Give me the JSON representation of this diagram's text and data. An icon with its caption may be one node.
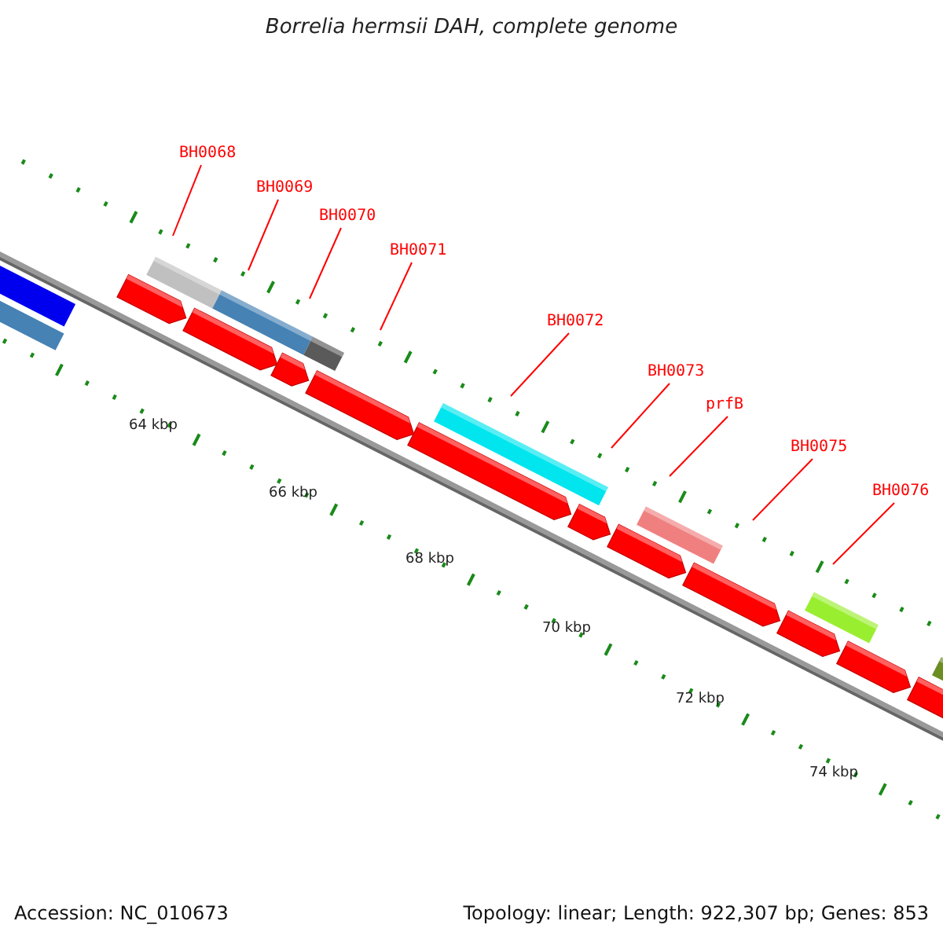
{
  "diagram": {
    "title": "Borrelia hermsii DAH, complete genome",
    "nodes": [
      {
        "text": [
          "BH0068"
        ]
      },
      {
        "text": [
          "BH0069"
        ]
      },
      {
        "text": [
          "BH0070"
        ]
      },
      {
        "text": [
          "BH0071"
        ]
      },
      {
        "text": [
          "BH0072"
        ]
      },
      {
        "text": [
          "BH0073"
        ]
      },
      {
        "text": [
          "prfB"
        ]
      },
      {
        "text": [
          "BH0075"
        ]
      },
      {
        "text": [
          "BH0076"
        ]
      }
    ],
    "edges": [
      {
        "from": 0,
        "to": null,
        "arrow": "none"
      },
      {
        "from": 1,
        "to": null,
        "arrow": "none"
      },
      {
        "from": 2,
        "to": null,
        "arrow": "none"
      },
      {
        "from": 3,
        "to": null,
        "arrow": "none"
      },
      {
        "from": 4,
        "to": null,
        "arrow": "none"
      },
      {
        "from": 5,
        "to": null,
        "arrow": "none"
      },
      {
        "from": 6,
        "to": null,
        "arrow": "none"
      },
      {
        "from": 7,
        "to": null,
        "arrow": "none"
      },
      {
        "from": 8,
        "to": null,
        "arrow": "none"
      }
    ],
    "labels": [
      "64 kbp",
      "66 kbp",
      "68 kbp",
      "70 kbp",
      "72 kbp",
      "74 kbp",
      "Accession: NC_010673",
      "Topology: linear; Length: 922,307 bp; Genes: 853"
    ]
  }
}
